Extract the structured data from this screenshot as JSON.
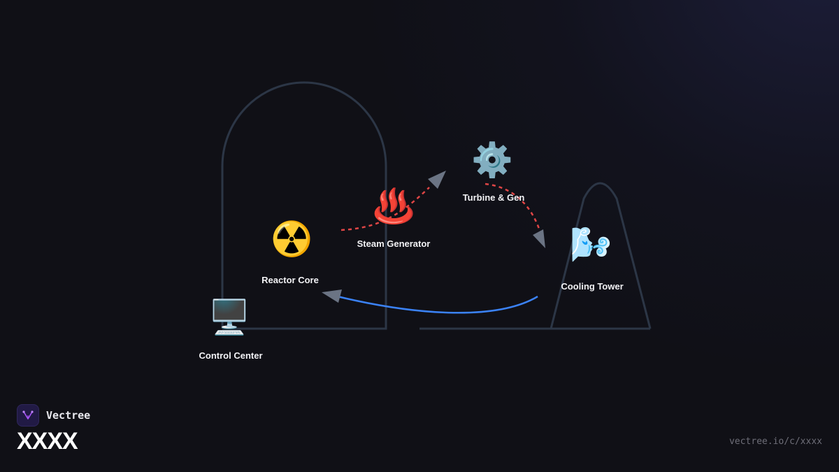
{
  "diagram": {
    "nodes": [
      {
        "id": "reactor-core",
        "icon": "☢️",
        "icon_name": "radioactive-icon",
        "label": "Reactor Core"
      },
      {
        "id": "steam-generator",
        "icon": "♨️",
        "icon_name": "hot-springs-icon",
        "label": "Steam Generator"
      },
      {
        "id": "turbine-gen",
        "icon": "⚙️",
        "icon_name": "gear-icon",
        "label": "Turbine & Gen"
      },
      {
        "id": "cooling-tower",
        "icon": "🌬️",
        "icon_name": "wind-face-icon",
        "label": "Cooling Tower"
      },
      {
        "id": "control-center",
        "icon": "🖥️",
        "icon_name": "desktop-computer-icon",
        "label": "Control Center"
      }
    ],
    "edges": [
      {
        "from": "reactor-core",
        "to": "turbine-gen",
        "style": "dashed",
        "color": "#e04646"
      },
      {
        "from": "turbine-gen",
        "to": "cooling-tower",
        "style": "dashed",
        "color": "#e04646"
      },
      {
        "from": "cooling-tower",
        "to": "reactor-core",
        "style": "solid",
        "color": "#3b82f6"
      }
    ],
    "structure_color": "#2c3646",
    "arrowhead_color": "#6b7484"
  },
  "footer": {
    "brand_name": "Vectree",
    "title": "XXXX",
    "url": "vectree.io/c/xxxx"
  }
}
